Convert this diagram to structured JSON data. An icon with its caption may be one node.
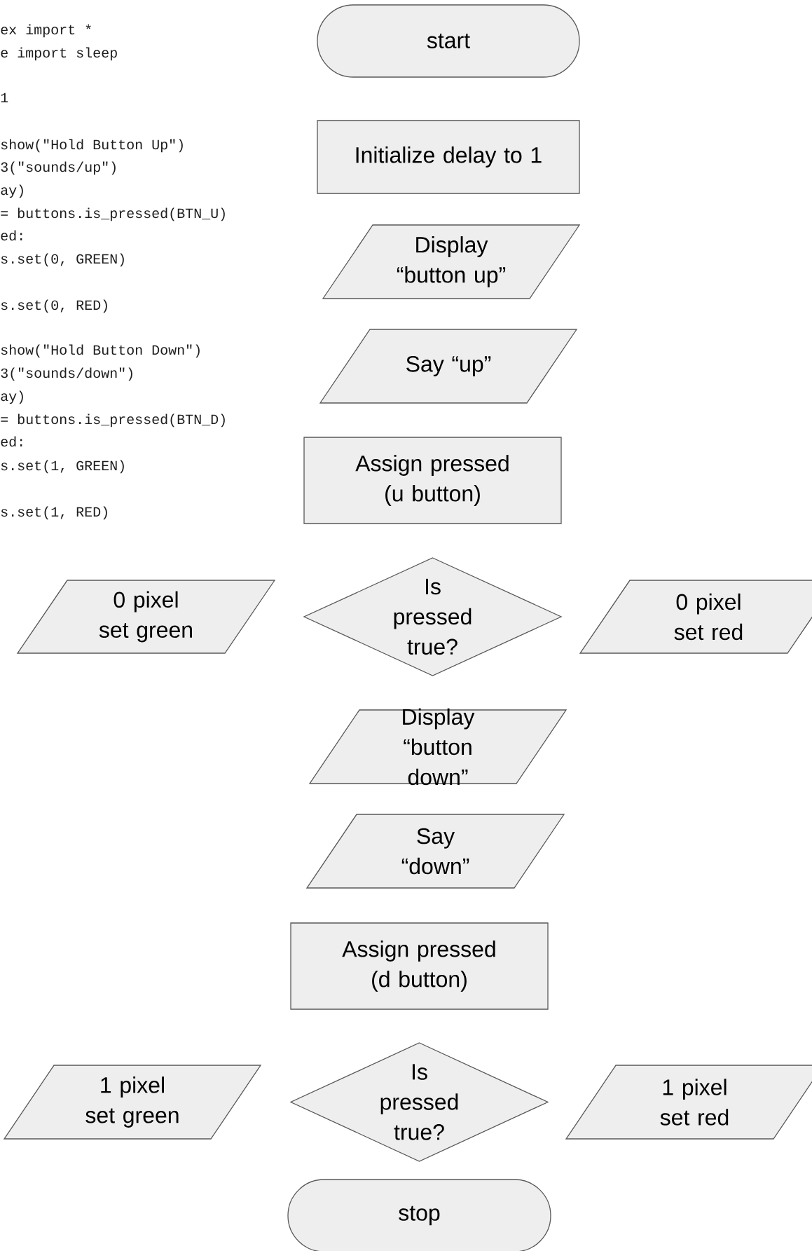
{
  "diagram": {
    "nodes": [
      {
        "text": [
          "start"
        ]
      },
      {
        "text": [
          "Initialize delay to 1"
        ]
      },
      {
        "text": [
          "Display “button up”"
        ]
      },
      {
        "text": [
          "Say “up”"
        ]
      },
      {
        "text": [
          "Assign pressed (u button)"
        ]
      },
      {
        "text": [
          "0 pixel set green"
        ]
      },
      {
        "text": [
          "Is pressed true?"
        ]
      },
      {
        "text": [
          "0 pixel set red"
        ]
      },
      {
        "text": [
          "Display “button down”"
        ]
      },
      {
        "text": [
          "Say “down”"
        ]
      },
      {
        "text": [
          "Assign pressed (d button)"
        ]
      },
      {
        "text": [
          "1 pixel set green"
        ]
      },
      {
        "text": [
          "Is pressed true?"
        ]
      },
      {
        "text": [
          "1 pixel set red"
        ]
      },
      {
        "text": [
          "stop"
        ]
      }
    ],
    "labels": [
      "ex import *",
      "e import sleep",
      "1",
      "show(\"Hold Button Up\")",
      "3(\"sounds/up\")",
      "ay)",
      "= buttons.is_pressed(BTN_U)",
      "ed:",
      "s.set(0, GREEN)",
      "s.set(0, RED)",
      "show(\"Hold Button Down\")",
      "3(\"sounds/down\")",
      "ay)",
      "= buttons.is_pressed(BTN_D)",
      "ed:",
      "s.set(1, GREEN)",
      "s.set(1, RED)"
    ]
  }
}
